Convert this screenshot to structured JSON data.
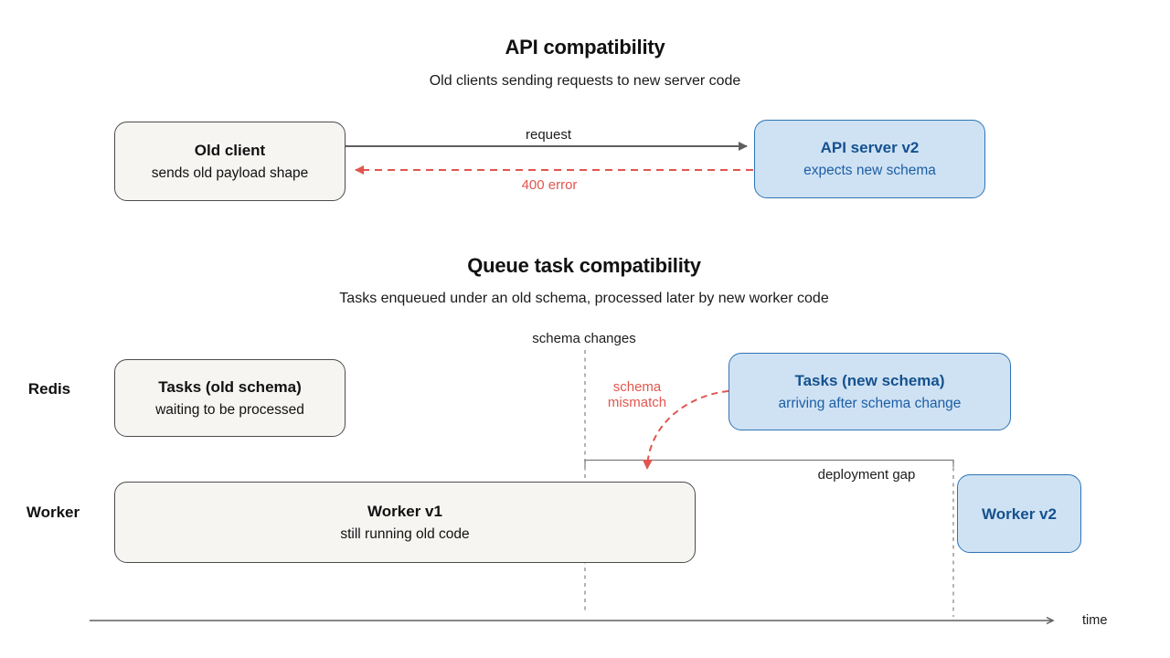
{
  "colors": {
    "blue_fill": "#cfe2f3",
    "blue_border": "#2e74b5",
    "blue_title": "#15518f",
    "blue_subtitle": "#1d5ea6",
    "gray_fill": "#f6f5f2",
    "gray_border": "#4c4c4c",
    "red": "#e0564f",
    "arrow_gray": "#5f5f5f",
    "guide_gray": "#8a8a8a",
    "text_dark": "#111111"
  },
  "api_section": {
    "title": "API compatibility",
    "subtitle": "Old clients sending requests to new server code",
    "old_client_box": {
      "title": "Old client",
      "subtitle": "sends old payload shape"
    },
    "api_server_box": {
      "title": "API server v2",
      "subtitle": "expects new schema"
    },
    "request_arrow_label": "request",
    "error_arrow_label": "400 error"
  },
  "queue_section": {
    "title": "Queue task compatibility",
    "subtitle": "Tasks enqueued under an old schema, processed later by new worker code",
    "schema_changes_label": "schema changes",
    "schema_mismatch_line1": "schema",
    "schema_mismatch_line2": "mismatch",
    "deployment_gap_label": "deployment gap",
    "redis_row_label": "Redis",
    "worker_row_label": "Worker",
    "tasks_old_box": {
      "title": "Tasks (old schema)",
      "subtitle": "waiting to be processed"
    },
    "tasks_new_box": {
      "title": "Tasks (new schema)",
      "subtitle": "arriving after schema change"
    },
    "worker_v1_box": {
      "title": "Worker v1",
      "subtitle": "still running old code"
    },
    "worker_v2_box": {
      "title": "Worker v2"
    },
    "time_axis_label": "time"
  }
}
